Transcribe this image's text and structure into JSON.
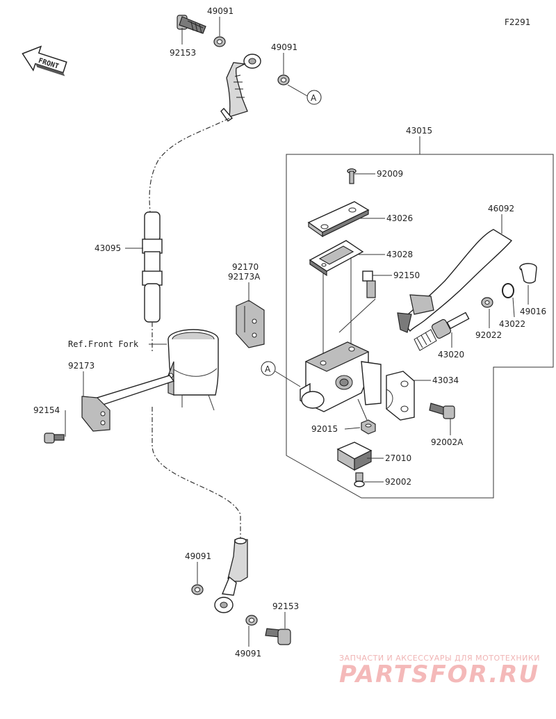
{
  "diagram": {
    "code": "F2291",
    "front_label": "FRONT",
    "ref_label": "Ref.Front Fork",
    "connector": "A",
    "parts": {
      "p49091_a": "49091",
      "p92153_a": "92153",
      "p49091_b": "49091",
      "p43015": "43015",
      "p92009": "92009",
      "p43026": "43026",
      "p43028": "43028",
      "p46092": "46092",
      "p92150": "92150",
      "p43095": "43095",
      "p92170": "92170",
      "p92173A": "92173A",
      "p49016": "49016",
      "p43022": "43022",
      "p92022": "92022",
      "p43020": "43020",
      "p92173": "92173",
      "p43034": "43034",
      "p92154": "92154",
      "p92015": "92015",
      "p92002A": "92002A",
      "p27010": "27010",
      "p92002": "92002",
      "p49091_c": "49091",
      "p92153_b": "92153",
      "p49091_d": "49091"
    }
  },
  "watermark": {
    "subtitle": "ЗАПЧАСТИ И АКСЕССУАРЫ ДЛЯ МОТОТЕХНИКИ",
    "brand": "PARTSFOR.RU"
  }
}
